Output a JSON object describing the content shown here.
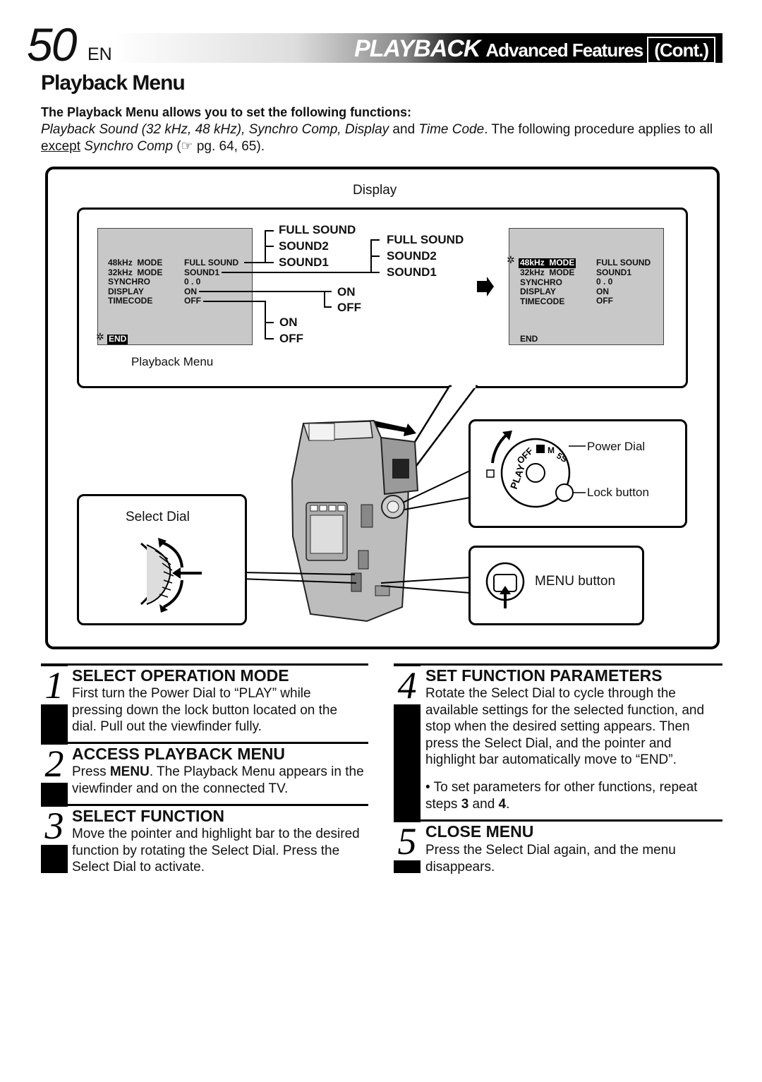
{
  "header": {
    "page_number": "50",
    "lang": "EN",
    "title_main": "PLAYBACK",
    "title_rest": "Advanced Features",
    "title_cont": "(Cont.)"
  },
  "section_title": "Playback Menu",
  "intro": {
    "lead": "The Playback Menu allows you to set the following functions:",
    "f1": "Playback Sound (32 kHz, 48 kHz), Synchro Comp, Display",
    "and": " and ",
    "f2": "Time Code",
    "rest": ". The following procedure applies to all ",
    "except": "except",
    "f3": " Synchro Comp",
    "ref": " (☞ pg. 64, 65)."
  },
  "diagram": {
    "display_label": "Display",
    "playback_menu_caption": "Playback Menu",
    "menu_left": {
      "names": "48kHz  MODE\n32kHz  MODE\nSYNCHRO\nDISPLAY\nTIMECODE",
      "values": "FULL SOUND\nSOUND1\n0 . 0\nON\nOFF",
      "end": "END"
    },
    "menu_right": {
      "highlight": "48kHz  MODE",
      "names": "32kHz  MODE\nSYNCHRO\nDISPLAY\nTIMECODE",
      "values": "FULL SOUND\nSOUND1\n0 . 0\nON\nOFF",
      "end": "END"
    },
    "options_48": [
      "FULL SOUND",
      "SOUND2",
      "SOUND1"
    ],
    "options_32": [
      "FULL SOUND",
      "SOUND2",
      "SOUND1"
    ],
    "options_display": [
      "ON",
      "OFF"
    ],
    "options_timecode": [
      "ON",
      "OFF"
    ],
    "power_dial_label": "Power Dial",
    "lock_button_label": "Lock button",
    "select_dial_label": "Select Dial",
    "menu_button_label": "MENU button",
    "dial_text_play": "PLAY",
    "dial_text_off": "OFF",
    "dial_text_m": "M",
    "dial_text_5s": "5S"
  },
  "steps": [
    {
      "num": "1",
      "title": "SELECT OPERATION MODE",
      "body": "First turn the Power Dial to “PLAY” while pressing down the lock button located on the dial. Pull out the viewfinder fully."
    },
    {
      "num": "2",
      "title": "ACCESS PLAYBACK MENU",
      "body_pre": "Press ",
      "body_bold": "MENU",
      "body_post": ". The Playback Menu appears in the viewfinder and on the connected TV."
    },
    {
      "num": "3",
      "title": "SELECT FUNCTION",
      "body": "Move the pointer and highlight bar to the desired function by rotating the Select Dial. Press the Select Dial to activate."
    },
    {
      "num": "4",
      "title": "SET FUNCTION PARAMETERS",
      "body": "Rotate the Select Dial to cycle through the available settings for the selected function, and stop when the desired setting appears. Then press the Select Dial, and the pointer and highlight bar automatically move to “END”.",
      "note_pre": "• To set parameters for other functions, repeat steps ",
      "note_b1": "3",
      "note_mid": " and ",
      "note_b2": "4",
      "note_post": "."
    },
    {
      "num": "5",
      "title": "CLOSE MENU",
      "body": "Press the Select Dial again, and the menu disappears."
    }
  ]
}
